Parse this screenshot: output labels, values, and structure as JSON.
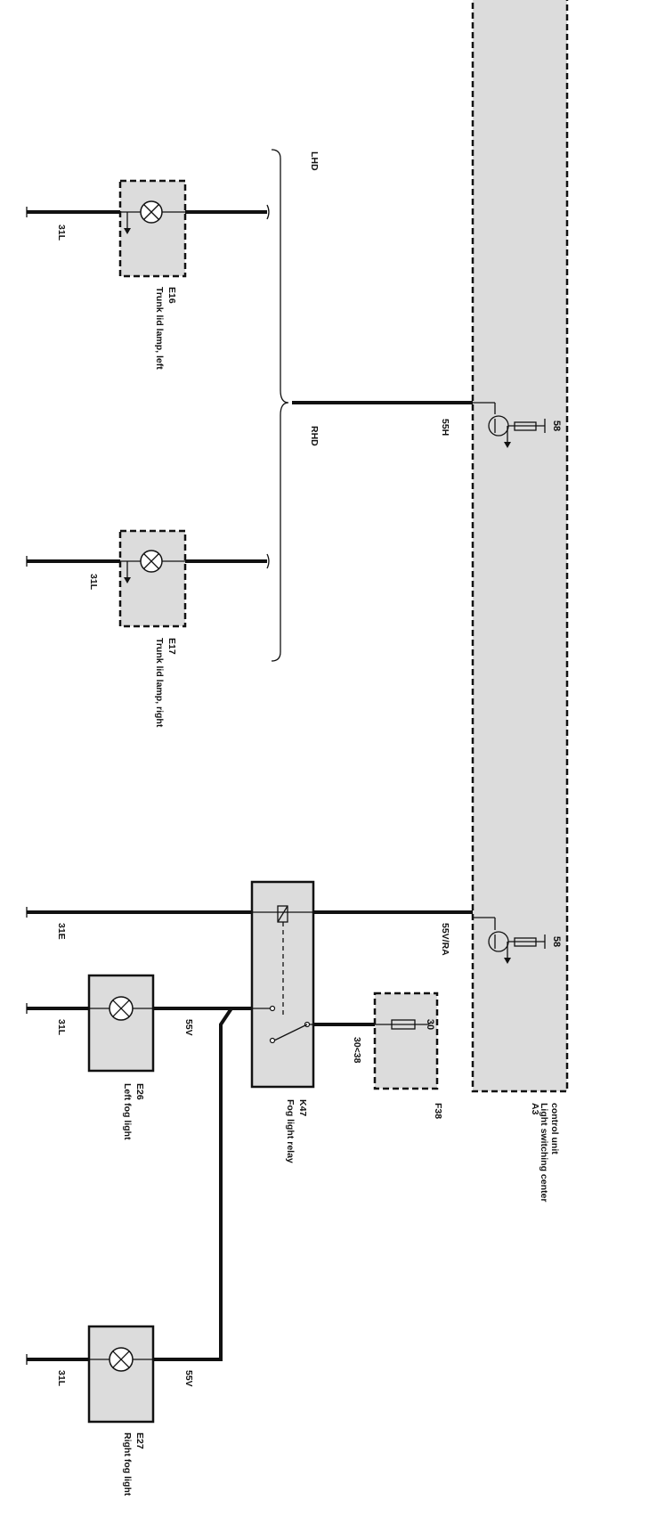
{
  "components": {
    "a3": {
      "ref": "A3",
      "name_line1": "Light switching center",
      "name_line2": "control unit",
      "pin_1": "58",
      "pin_2": "58"
    },
    "e16": {
      "ref": "E16",
      "name": "Trunk lid lamp, left"
    },
    "e17": {
      "ref": "E17",
      "name": "Trunk lid lamp, right"
    },
    "e26": {
      "ref": "E26",
      "name": "Left fog light"
    },
    "e27": {
      "ref": "E27",
      "name": "Right fog light"
    },
    "k47": {
      "ref": "K47",
      "name": "Fog light relay"
    },
    "f38": {
      "ref": "F38",
      "pin": "30"
    }
  },
  "wires": {
    "w55h": "55H",
    "w55vra": "55V/RA",
    "w55v_left": "55V",
    "w55v_right": "55V",
    "w30_38": "30<38",
    "w31l_e16": "31L",
    "w31l_e17": "31L",
    "w31l_e26": "31L",
    "w31l_e27": "31L",
    "w31e": "31E"
  },
  "variants": {
    "lhd": "LHD",
    "rhd": "RHD"
  },
  "colors": {
    "module_fill": "#dcdcdc",
    "line": "#111111",
    "background": "#ffffff"
  }
}
